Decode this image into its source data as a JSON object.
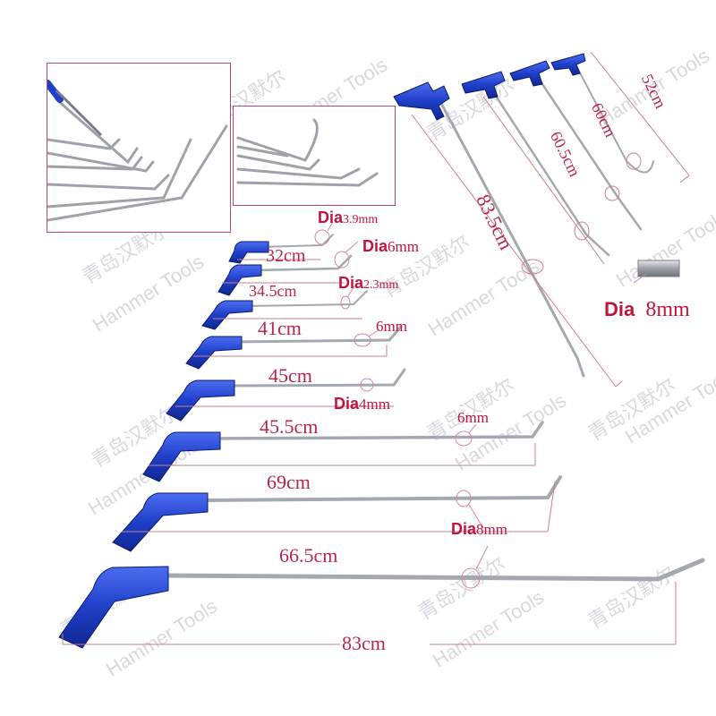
{
  "accent_colors": {
    "handle_blue": "#1f3fc9",
    "label_red": "#b8264b",
    "rod_steel": "#a9adb5"
  },
  "watermark": {
    "brand_cn": "青岛汉默尔",
    "brand_en": "Hammer Tools"
  },
  "tools": [
    {
      "length": "32cm"
    },
    {
      "length": "34.5cm"
    },
    {
      "length": "41cm"
    },
    {
      "length": "45cm"
    },
    {
      "length": "45.5cm"
    },
    {
      "length": "69cm"
    },
    {
      "length": "66.5cm"
    },
    {
      "length": "83cm"
    }
  ],
  "t_tools": [
    {
      "length": "83.5cm"
    },
    {
      "length": "60.5cm"
    },
    {
      "length": "60cm"
    },
    {
      "length": "52cm"
    }
  ],
  "diameters": [
    {
      "prefix": "Dia",
      "value": "3.9mm"
    },
    {
      "prefix": "Dia",
      "value": "6mm"
    },
    {
      "prefix": "Dia",
      "value": "2.3mm"
    },
    {
      "prefix": "",
      "value": "6mm"
    },
    {
      "prefix": "Dia",
      "value": "4mm"
    },
    {
      "prefix": "",
      "value": "6mm"
    },
    {
      "prefix": "Dia",
      "value": "8mm"
    },
    {
      "prefix": "Dia",
      "value": "8mm"
    }
  ]
}
